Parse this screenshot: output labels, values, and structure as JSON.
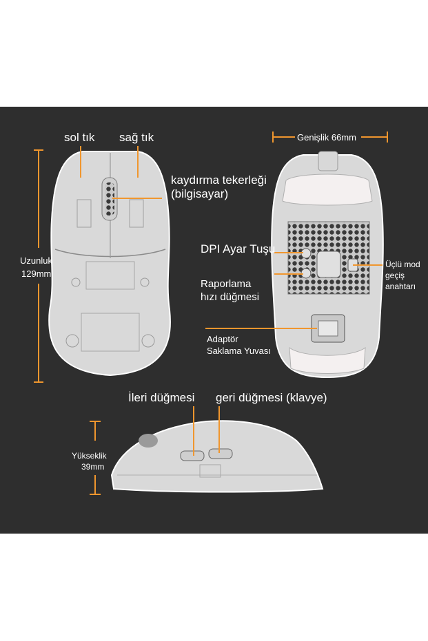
{
  "labels": {
    "left_click": "sol tık",
    "right_click": "sağ tık",
    "scroll_wheel_line1": "kaydırma tekerleği",
    "scroll_wheel_line2": "(bilgisayar)",
    "dpi_button": "DPI Ayar Tuşu",
    "polling_line1": "Raporlama",
    "polling_line2": "hızı düğmesi",
    "adapter_line1": "Adaptör",
    "adapter_line2": "Saklama Yuvası",
    "mode_line1": "Üçlü mod",
    "mode_line2": "geçiş",
    "mode_line3": "anahtarı",
    "forward_button": "İleri düğmesi",
    "back_button": "geri düğmesi (klavye)"
  },
  "dimensions": {
    "width": "Genişlik 66mm",
    "length_line1": "Uzunluk",
    "length_line2": "129mm",
    "height_line1": "Yükseklik",
    "height_line2": "39mm"
  },
  "colors": {
    "accent": "#f0962e",
    "background": "#2e2e2e",
    "mouse": "#e8e8e8"
  }
}
